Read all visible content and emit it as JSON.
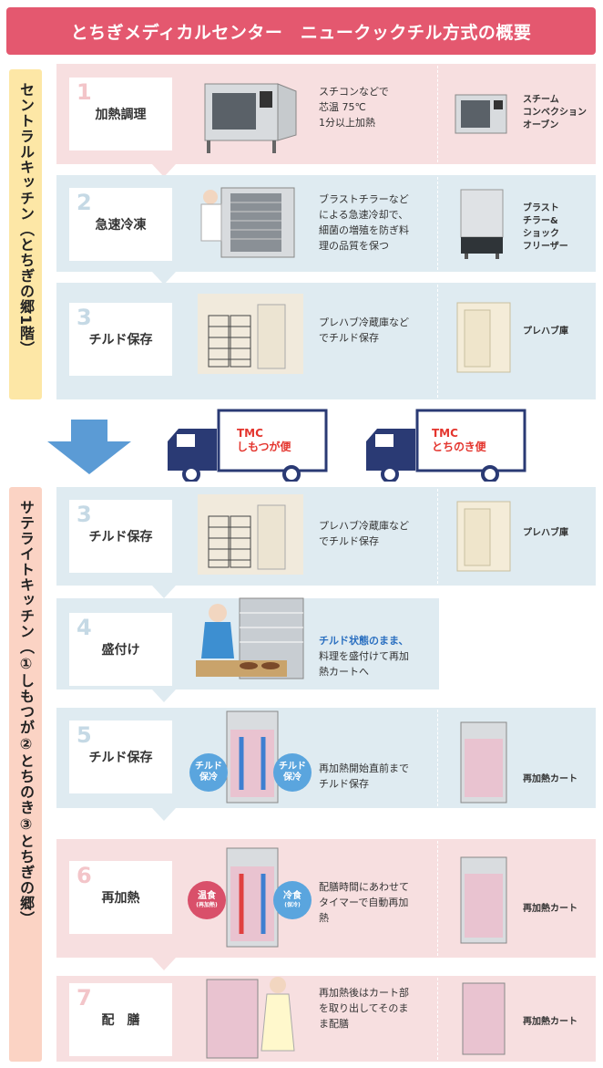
{
  "title": "とちぎメディカルセンター　ニュークックチル方式の概要",
  "side_central": "セントラルキッチン（とちぎの郷1階）",
  "side_satellite": "サテライトキッチン（①しもつが②とちのき③とちぎの郷）",
  "steps": [
    {
      "num": "1",
      "label": "加熱調理",
      "desc": [
        "スチコンなどで",
        "芯温 75℃",
        "1分以上加熱"
      ],
      "right": "スチーム\nコンベクション\nオーブン"
    },
    {
      "num": "2",
      "label": "急速冷凍",
      "desc": [
        "ブラストチラーなど",
        "による急速冷却で、",
        "細菌の増殖を防ぎ料",
        "理の品質を保つ"
      ],
      "right": "ブラスト\nチラー&\nショック\nフリーザー"
    },
    {
      "num": "3",
      "label": "チルド保存",
      "desc": [
        "プレハブ冷蔵庫など",
        "でチルド保存"
      ],
      "right": "プレハブ庫"
    },
    {
      "num": "3",
      "label": "チルド保存",
      "desc": [
        "プレハブ冷蔵庫など",
        "でチルド保存"
      ],
      "right": "プレハブ庫"
    },
    {
      "num": "4",
      "label": "盛付け",
      "desc_em": "チルド状態のまま、",
      "desc": [
        "料理を盛付けて再加",
        "熱カートへ"
      ],
      "right": ""
    },
    {
      "num": "5",
      "label": "チルド保存",
      "desc": [
        "再加熱開始直前まで",
        "チルド保存"
      ],
      "right": "再加熱カート"
    },
    {
      "num": "6",
      "label": "再加熱",
      "desc": [
        "配膳時間にあわせて",
        "タイマーで自動再加",
        "熱"
      ],
      "right": "再加熱カート"
    },
    {
      "num": "7",
      "label": "配　膳",
      "desc": [
        "再加熱後はカート部",
        "を取り出してそのま",
        "ま配膳"
      ],
      "right": "再加熱カート"
    }
  ],
  "trucks": [
    {
      "line1": "TMC",
      "line2": "しもつが便"
    },
    {
      "line1": "TMC",
      "line2": "とちのき便"
    }
  ],
  "badges": {
    "chilled_l1": "チルド",
    "chilled_l2": "保冷",
    "hot_l1": "温食",
    "hot_l2": "(再加熱)",
    "cold_l1": "冷食",
    "cold_l2": "(保冷)"
  },
  "colors": {
    "header": "#e4586f",
    "pink_band": "#f7dfe0",
    "blue_band": "#dfebf1",
    "truck_label": "#e4352e",
    "arrow": "#5b9bd5",
    "emphasis": "#2a6fc0"
  }
}
